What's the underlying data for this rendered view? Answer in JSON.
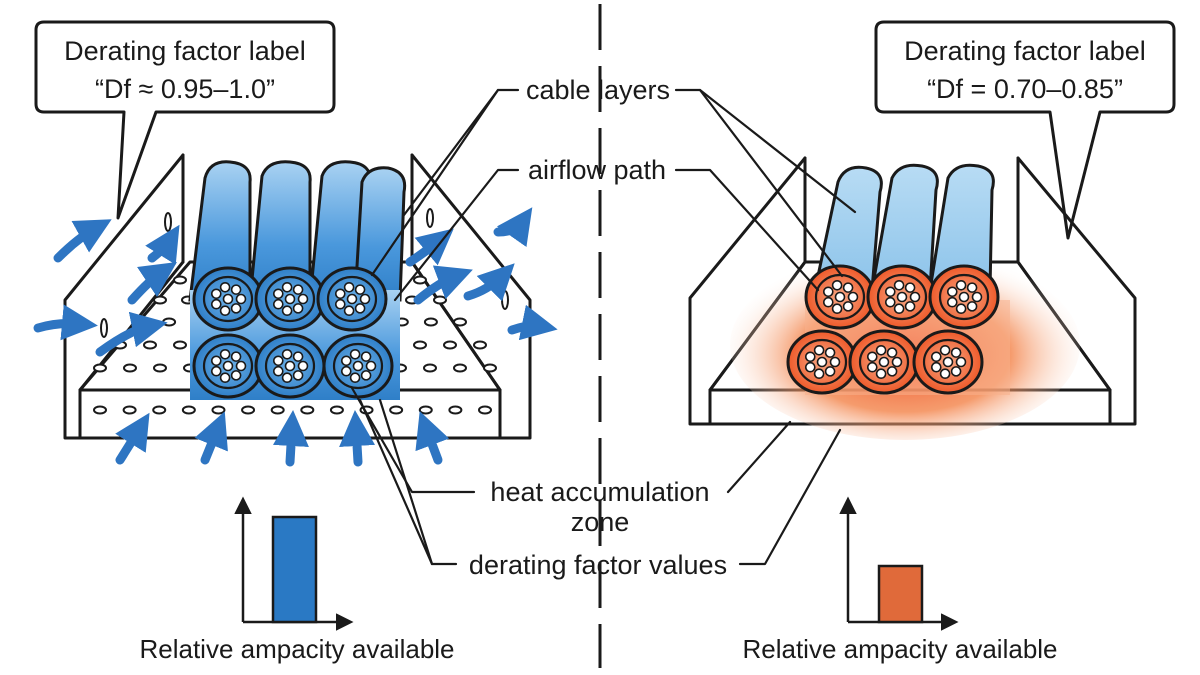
{
  "callout_left": {
    "line1": "Derating factor label",
    "line2": "“Df ≈ 0.95–1.0”"
  },
  "callout_right": {
    "line1": "Derating factor label",
    "line2": "“Df = 0.70–0.85”"
  },
  "labels": {
    "cable_layers": "cable layers",
    "airflow_path": "airflow path",
    "heat_line1": "heat accumulation",
    "heat_line2": "zone",
    "derating_values": "derating factor values"
  },
  "bar_left": {
    "caption": "Relative ampacity available",
    "level": 0.75,
    "color": "#2a79c4"
  },
  "bar_right": {
    "caption": "Relative ampacity available",
    "level": 0.4,
    "color": "#e06a3a"
  },
  "colors": {
    "cool_cable": "#4a98dc",
    "cool_cable_light": "#9fcbef",
    "heat": "#f0531f",
    "airflow_arrow": "#2e75c2",
    "ink": "#1a1a1a"
  }
}
